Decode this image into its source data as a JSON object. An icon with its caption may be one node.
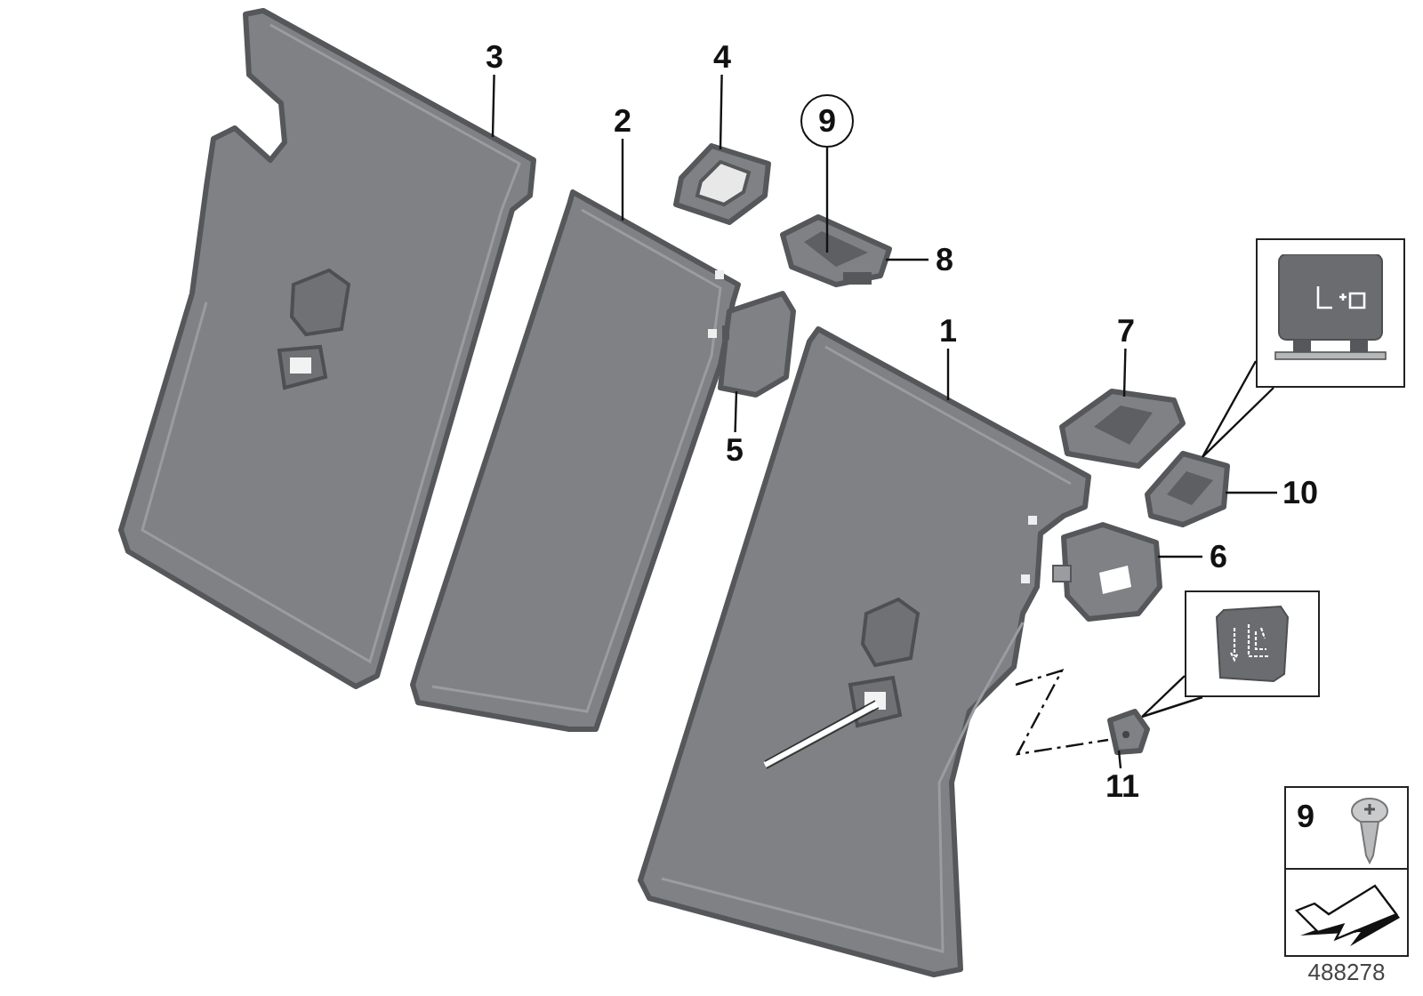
{
  "diagram": {
    "nodes": [
      {
        "text": [
          "3"
        ]
      },
      {
        "text": [],
        "shape": "picture"
      },
      {
        "text": [
          "2"
        ]
      },
      {
        "text": [],
        "shape": "picture"
      },
      {
        "text": [
          "4"
        ]
      },
      {
        "text": [],
        "shape": "picture"
      },
      {
        "text": [
          "9"
        ]
      },
      {
        "text": [],
        "shape": "picture"
      },
      {
        "text": [
          "8"
        ]
      },
      {
        "text": [
          "1"
        ]
      },
      {
        "text": [],
        "shape": "picture"
      },
      {
        "text": [],
        "shape": "picture"
      },
      {
        "text": [
          "5"
        ]
      },
      {
        "text": [
          "7"
        ]
      },
      {
        "text": [],
        "shape": "picture"
      },
      {
        "text": [],
        "shape": "box"
      },
      {
        "text": [],
        "shape": "picture"
      },
      {
        "text": [
          "10"
        ]
      },
      {
        "text": [],
        "shape": "picture"
      },
      {
        "text": [
          "6"
        ]
      },
      {
        "text": [],
        "shape": "box"
      },
      {
        "text": [],
        "shape": "picture"
      },
      {
        "text": [
          "11"
        ]
      },
      {
        "text": [
          "9"
        ]
      }
    ],
    "edges": [
      {
        "from": 0,
        "to": 1,
        "arrow": "none"
      },
      {
        "from": 2,
        "to": 3,
        "arrow": "none"
      },
      {
        "from": 4,
        "to": 5,
        "arrow": "none"
      },
      {
        "from": 6,
        "to": 7,
        "arrow": "none"
      },
      {
        "from": 8,
        "to": 7,
        "arrow": "none"
      },
      {
        "from": 9,
        "to": 10,
        "arrow": "none"
      },
      {
        "from": 12,
        "to": 11,
        "arrow": "none"
      },
      {
        "from": 13,
        "to": 14,
        "arrow": "none"
      },
      {
        "from": 17,
        "to": 16,
        "arrow": "none"
      },
      {
        "from": 19,
        "to": 18,
        "arrow": "none"
      },
      {
        "from": 15,
        "to": 16,
        "arrow": "none"
      },
      {
        "from": 20,
        "to": 21,
        "arrow": "none"
      },
      {
        "from": 22,
        "to": 21,
        "arrow": "none"
      },
      {
        "from": 10,
        "to": 21,
        "arrow": "none",
        "style": "dashed"
      }
    ],
    "labels": [
      "488278"
    ]
  }
}
